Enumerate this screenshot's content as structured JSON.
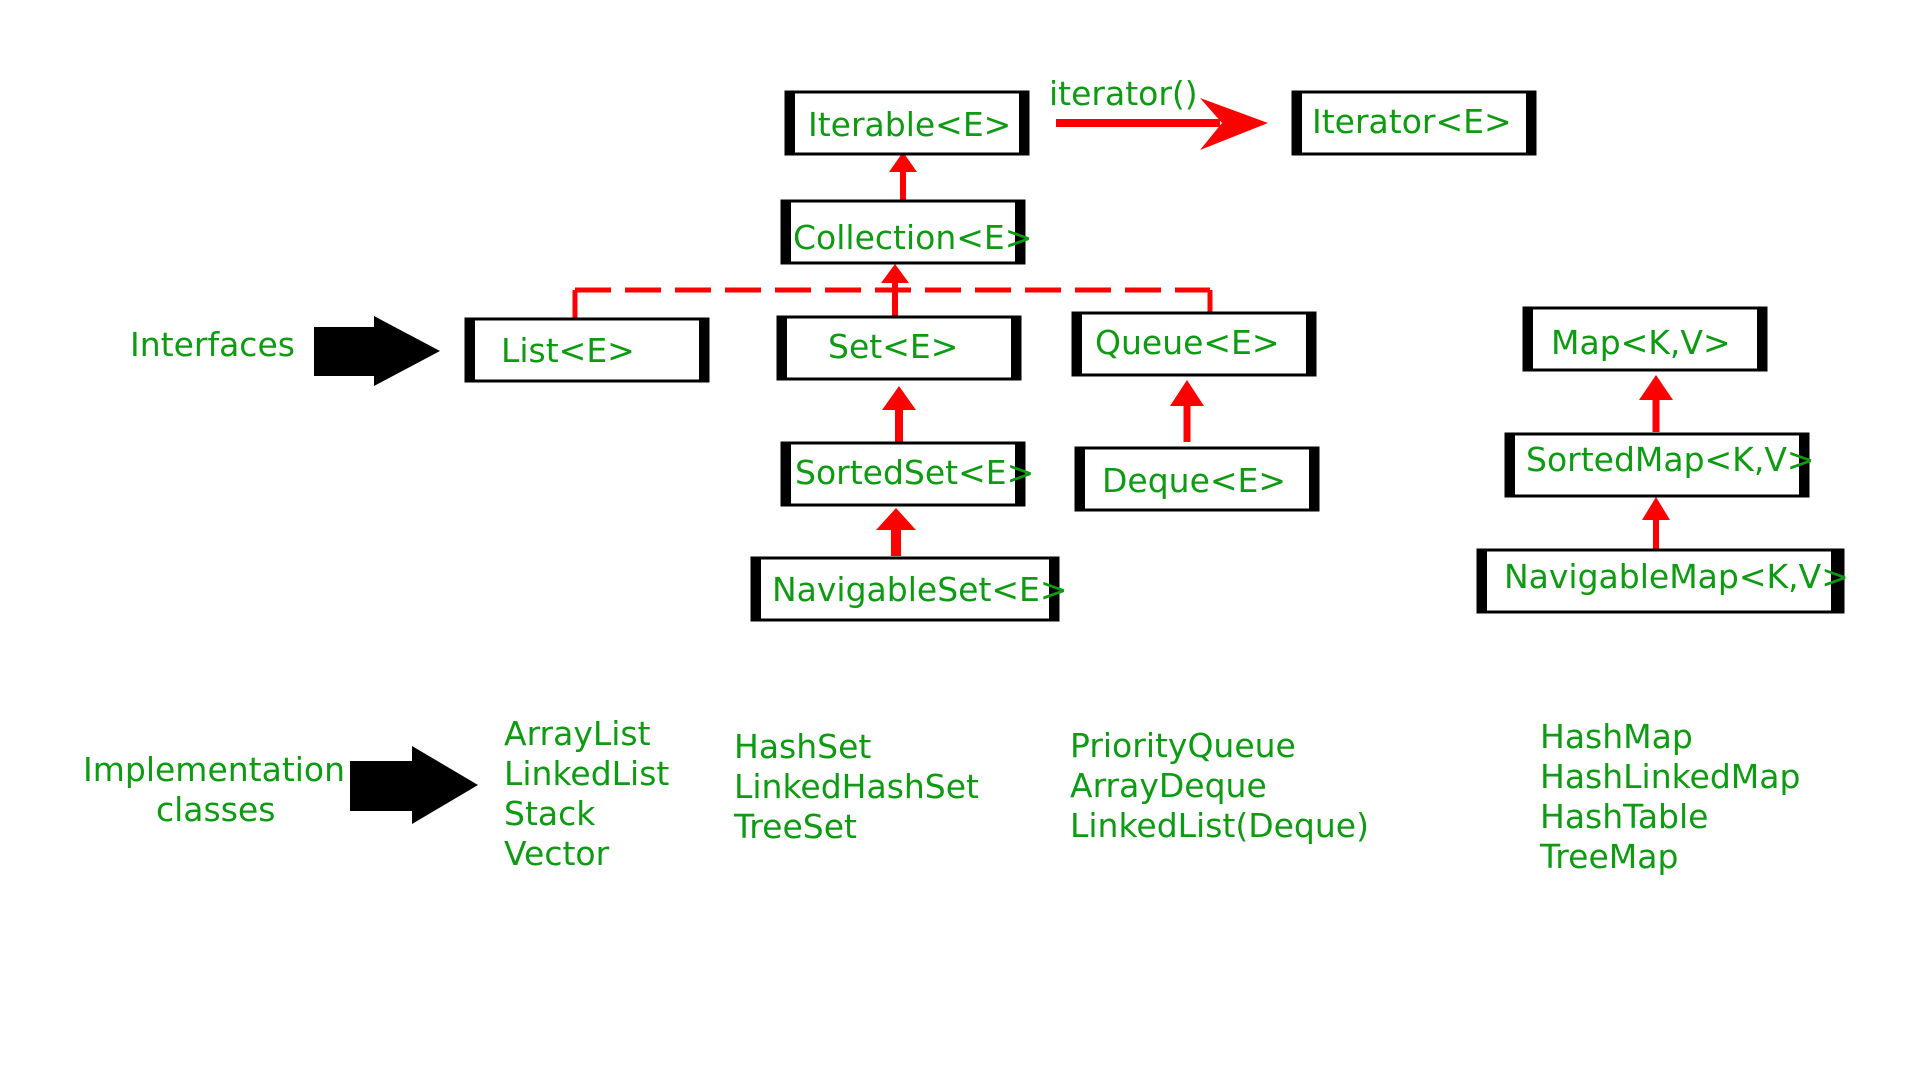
{
  "colors": {
    "text": "#0e9a12",
    "arrow": "#ff0000",
    "box_border": "#000000",
    "pointer": "#000000",
    "background": "#ffffff"
  },
  "boxes": {
    "iterable": "Iterable<E>",
    "iterator": "Iterator<E>",
    "collection": "Collection<E>",
    "list": "List<E>",
    "set": "Set<E>",
    "queue": "Queue<E>",
    "sortedset": "SortedSet<E>",
    "deque": "Deque<E>",
    "navigableset": "NavigableSet<E>",
    "map": "Map<K,V>",
    "sortedmap": "SortedMap<K,V>",
    "navigablemap": "NavigableMap<K,V>"
  },
  "edge_labels": {
    "iterator_method": "iterator()"
  },
  "labels": {
    "interfaces": "Interfaces",
    "implementation": [
      "Implementation",
      "classes"
    ]
  },
  "implementations": {
    "list": [
      "ArrayList",
      "LinkedList",
      "Stack",
      "Vector"
    ],
    "set": [
      "HashSet",
      "LinkedHashSet",
      "TreeSet"
    ],
    "queue": [
      "PriorityQueue",
      "ArrayDeque",
      "LinkedList(Deque)"
    ],
    "map": [
      "HashMap",
      "HashLinkedMap",
      "HashTable",
      "TreeMap"
    ]
  }
}
